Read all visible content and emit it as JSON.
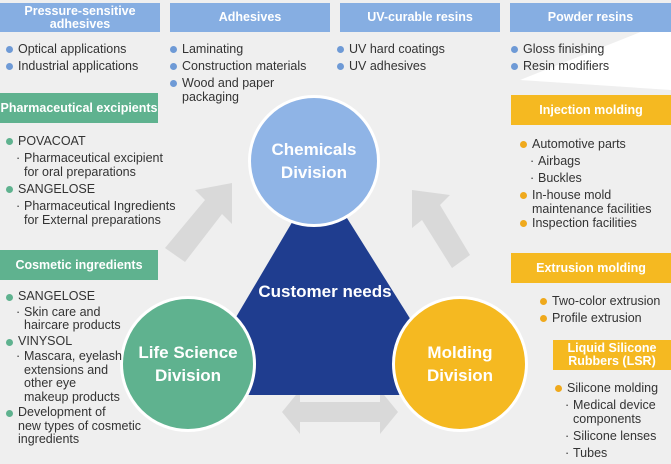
{
  "colors": {
    "blue": "#86aee2",
    "green": "#5fb28f",
    "orange": "#f5b921",
    "navy": "#1f3d8f",
    "background": "#eeeeee",
    "arrow": "#d9d9d9"
  },
  "center": {
    "label": "Customer needs"
  },
  "divisions": {
    "chemicals": {
      "line1": "Chemicals",
      "line2": "Division"
    },
    "life_science": {
      "line1": "Life Science",
      "line2": "Division"
    },
    "molding": {
      "line1": "Molding",
      "line2": "Division"
    }
  },
  "top": [
    {
      "header_line1": "Pressure-sensitive",
      "header_line2": "adhesives",
      "items": [
        "Optical applications",
        "Industrial applications"
      ]
    },
    {
      "header": "Adhesives",
      "items": [
        "Laminating",
        "Construction materials",
        "Wood and paper",
        "packaging"
      ]
    },
    {
      "header": "UV-curable resins",
      "items": [
        "UV hard coatings",
        "UV adhesives"
      ]
    },
    {
      "header": "Powder resins",
      "items": [
        "Gloss finishing",
        "Resin modifiers"
      ]
    }
  ],
  "pharma": {
    "header": "Pharmaceutical excipients",
    "items": [
      "POVACOAT",
      "Pharmaceutical excipient",
      "for oral preparations",
      "SANGELOSE",
      "Pharmaceutical Ingredients",
      "for External preparations"
    ]
  },
  "cosmetic": {
    "header": "Cosmetic ingredients",
    "items": [
      "SANGELOSE",
      "Skin care and",
      "haircare products",
      "VINYSOL",
      "Mascara, eyelash",
      "extensions and",
      "other eye",
      "makeup products",
      "Development of",
      "new types of cosmetic",
      "ingredients"
    ]
  },
  "injection": {
    "header": "Injection molding",
    "items": [
      "Automotive parts",
      "Airbags",
      "Buckles",
      "In-house mold",
      "maintenance facilities",
      "Inspection facilities"
    ]
  },
  "extrusion": {
    "header": "Extrusion molding",
    "items": [
      "Two-color extrusion",
      "Profile extrusion"
    ]
  },
  "lsr": {
    "header_line1": "Liquid Silicone",
    "header_line2": "Rubbers (LSR)",
    "items": [
      "Silicone molding",
      "Medical device",
      "components",
      "Silicone lenses",
      "Tubes"
    ]
  },
  "middot": "·"
}
